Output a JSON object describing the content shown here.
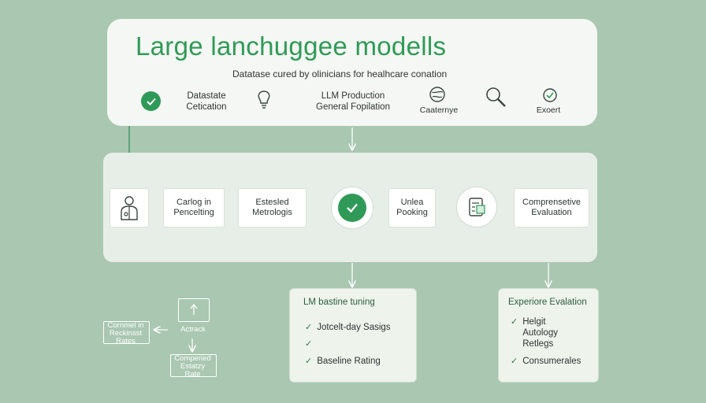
{
  "title": "Large lanchuggee modells",
  "subtitle": "Datatase cured by olinicians for healhcare conation",
  "top_row": {
    "step1_line1": "Datastate",
    "step1_line2": "Cetication",
    "step2_line1": "LLM Production",
    "step2_line2": "General Fopilation",
    "step3": "Caaternye",
    "step4": "Exoert"
  },
  "mid_row": {
    "box1_line1": "Carlog in",
    "box1_line2": "Pencelting",
    "box2_line1": "Estesled",
    "box2_line2": "Metrologis",
    "box3_line1": "Unlea",
    "box3_line2": "Pooking",
    "box4_line1": "Comprensetive",
    "box4_line2": "Evaluation"
  },
  "left_card": {
    "title": "LM bastine tuning",
    "item1": "Jotcelt-day Sasigs",
    "item2": "",
    "item3": "Baseline Rating"
  },
  "right_card": {
    "title": "Experiore Evalation",
    "item1": "Helgit",
    "item2": "Autology",
    "item3": "Retlegs",
    "item4": "Consumerales"
  },
  "left_bottom": {
    "box1_line1": "Cornmel in",
    "box1_line2": "Reckinsst",
    "box1_line3": "Rates",
    "action": "Actrack",
    "box2_line1": "Comperied",
    "box2_line2": "Estatzy",
    "box2_line3": "Rate"
  },
  "colors": {
    "accent": "#2f9a57",
    "background": "#a9c7b1",
    "panel": "#f4f7f3"
  },
  "icons": [
    "check-circle-icon",
    "lightbulb-icon",
    "globe-icon",
    "magnifier-icon",
    "expert-icon",
    "doctor-icon",
    "document-icon",
    "monitor-icon"
  ]
}
